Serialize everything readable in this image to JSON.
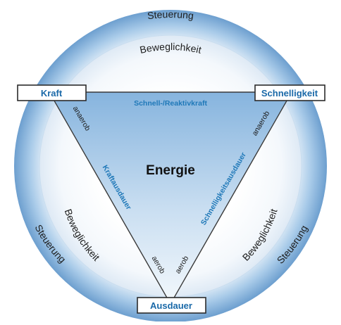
{
  "nodes": {
    "top_left": "Kraft",
    "top_right": "Schnelligkeit",
    "bottom": "Ausdauer"
  },
  "center": "Energie",
  "edges": {
    "top": "Schnell-/Reaktivkraft",
    "left": "Kraftausdauer",
    "right": "Schnelligkeitsausdauer"
  },
  "energy_labels": {
    "anaerob_left": "anaerob",
    "anaerob_right": "anaerob",
    "aerob_left": "aerob",
    "aerob_right": "aerob"
  },
  "outer_ring": {
    "top": "Steuerung",
    "left": "Steuerung",
    "right": "Steuerung"
  },
  "inner_ring": {
    "top": "Beweglichkeit",
    "left": "Beweglichkeit",
    "right": "Beweglichkeit"
  },
  "colors": {
    "ring_light": "#e6f0f9",
    "ring_dark": "#74a7d5",
    "triangle_top": "#8ab8e1",
    "triangle_bottom": "#eef5fb",
    "accent_text": "#1a69a8"
  }
}
